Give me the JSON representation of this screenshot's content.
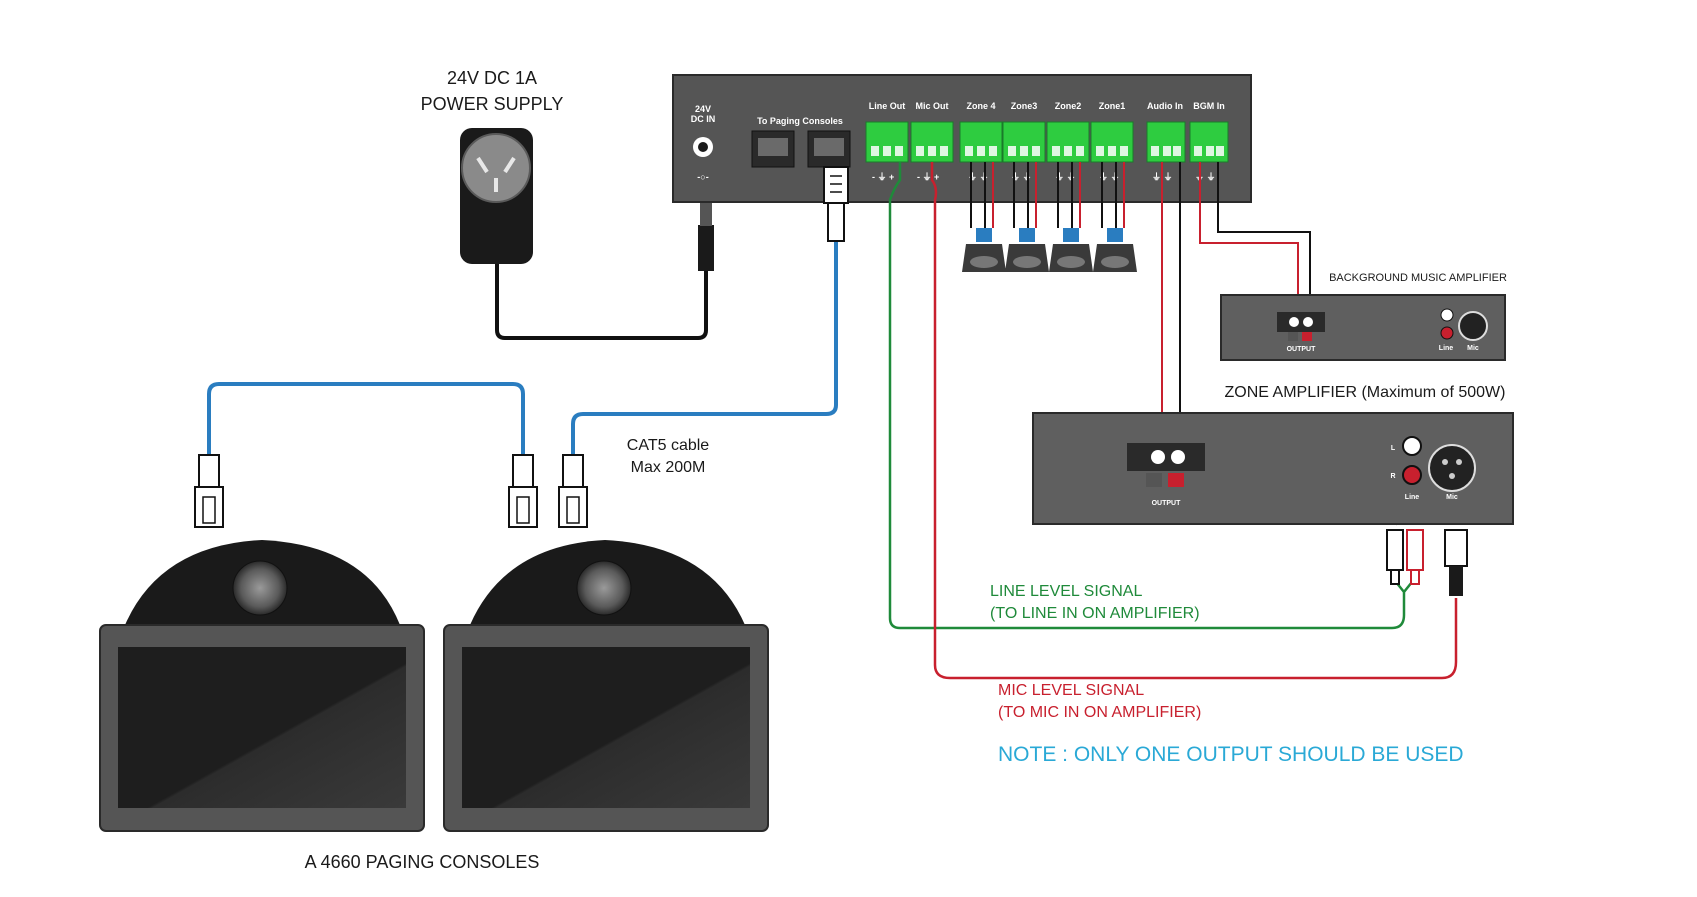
{
  "power_supply": {
    "line1": "24V DC 1A",
    "line2": "POWER SUPPLY"
  },
  "main_unit": {
    "dc_in": [
      "24V",
      "DC IN"
    ],
    "paging_label": "To Paging Consoles",
    "outputs": [
      "Line Out",
      "Mic Out",
      "Zone 4",
      "Zone3",
      "Zone2",
      "Zone1",
      "Audio In",
      "BGM In"
    ]
  },
  "cable": {
    "line1": "CAT5 cable",
    "line2": "Max 200M"
  },
  "bgm_amp": {
    "title": "BACKGROUND MUSIC AMPLIFIER",
    "output": "OUTPUT",
    "line": "Line",
    "mic": "Mic"
  },
  "zone_amp": {
    "title": "ZONE AMPLIFIER (Maximum of 500W)",
    "output": "OUTPUT",
    "l": "L",
    "r": "R",
    "line": "Line",
    "mic": "Mic"
  },
  "line_signal": {
    "line1": "LINE LEVEL SIGNAL",
    "line2": "(TO LINE IN ON AMPLIFIER)"
  },
  "mic_signal": {
    "line1": "MIC LEVEL SIGNAL",
    "line2": "(TO MIC IN ON AMPLIFIER)"
  },
  "note": "NOTE : ONLY ONE OUTPUT SHOULD BE USED",
  "consoles_label": "A 4660 PAGING CONSOLES",
  "colors": {
    "green": "#1f8a3a",
    "red": "#c8202e",
    "blue": "#2a7dc0",
    "note": "#2aa9d6",
    "terminal_green": "#2ecc40"
  }
}
